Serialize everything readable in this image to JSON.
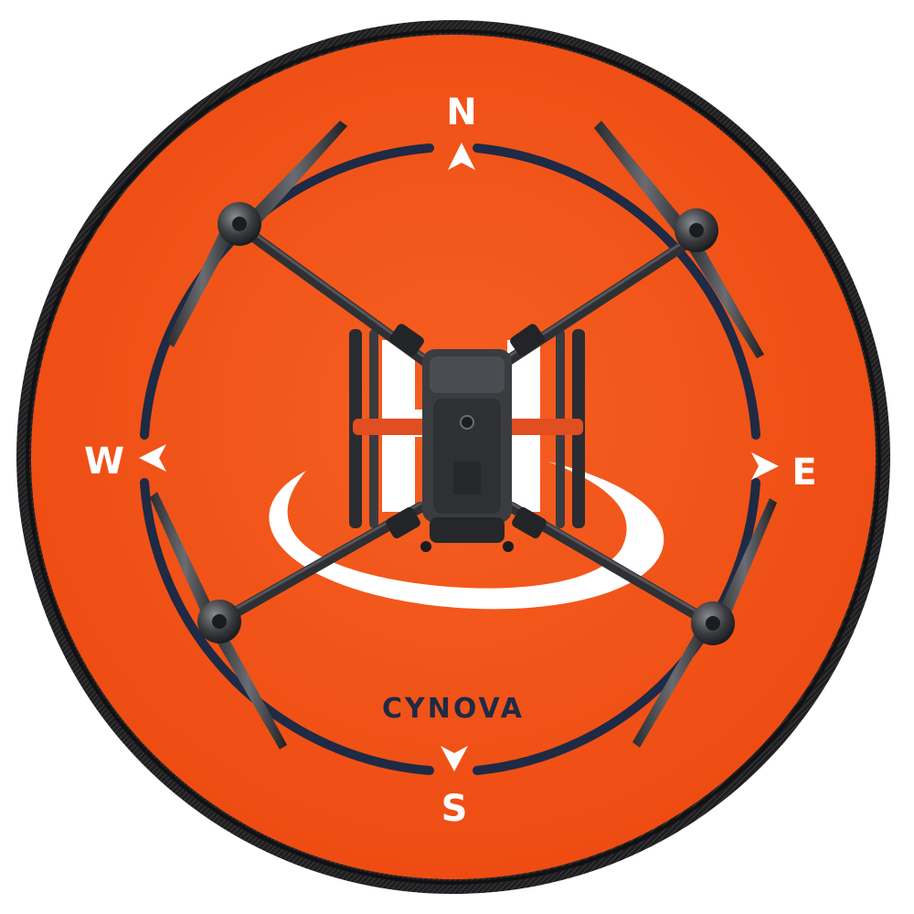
{
  "product": {
    "brand": "CYNOVA"
  },
  "compass": {
    "north": "N",
    "south": "S",
    "east": "E",
    "west": "W"
  },
  "colors": {
    "pad_orange": "#f4561a",
    "pad_rim": "#1e1e20",
    "ring_navy": "#1f2a44",
    "marking_white": "#ffffff",
    "drone_body": "#3a3b3e",
    "drone_dark": "#1c1d20",
    "drone_accent": "#e8502a"
  },
  "icons": {
    "north_marker": "arrowhead-up-icon",
    "south_marker": "arrowhead-down-icon",
    "east_marker": "arrowhead-right-icon",
    "west_marker": "arrowhead-left-icon"
  }
}
